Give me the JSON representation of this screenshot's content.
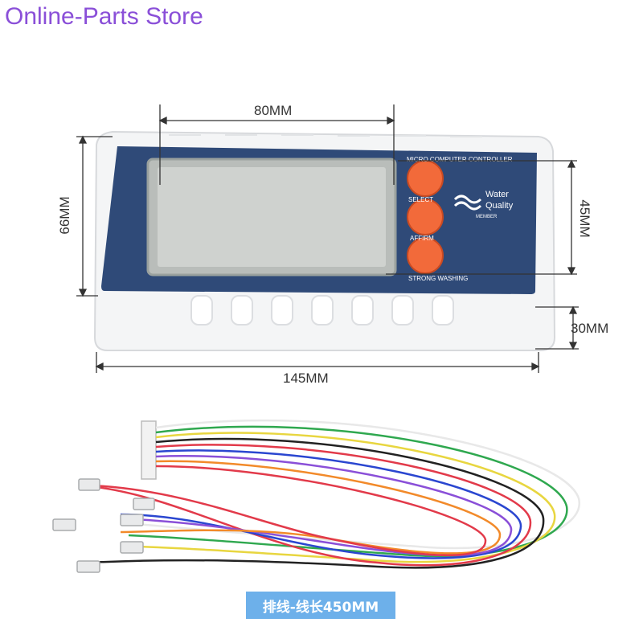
{
  "store_name": "Online-Parts Store",
  "dimensions": {
    "width_lcd": "80MM",
    "height_body": "66MM",
    "height_lcd": "45MM",
    "depth": "30MM",
    "width_body": "145MM"
  },
  "panel": {
    "title": "MICRO COMPUTER CONTROLLER",
    "brand_line1": "Water",
    "brand_line2": "Quality",
    "brand_sub": "MEMBER",
    "buttons": [
      "SELECT",
      "AFFIRM",
      "STRONG WASHING"
    ]
  },
  "cable_label": "排线-线长450MM",
  "colors": {
    "panel": "#2f4a78",
    "button": "#f26a3a",
    "lcd": "#c9ccc8",
    "store_text": "#8a4fd8",
    "label_bg": "#6db0ea"
  }
}
